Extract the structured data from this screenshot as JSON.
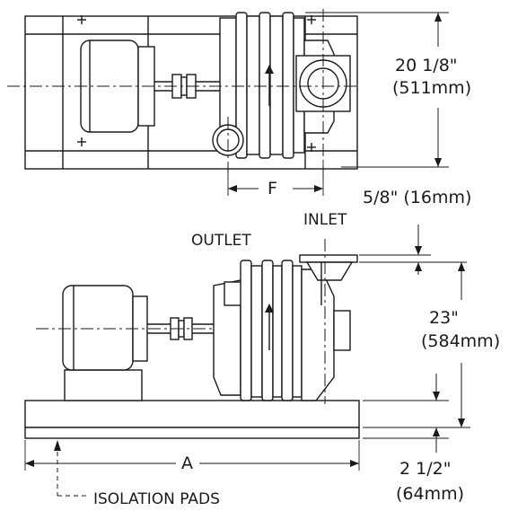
{
  "labels": {
    "outlet": "OUTLET",
    "inlet": "INLET",
    "dim_width_in": "20 1/8\"",
    "dim_width_mm": "(511mm)",
    "dim_f": "F",
    "dim_flange_in": "5/8\" (16mm)",
    "dim_height_in": "23\"",
    "dim_height_mm": "(584mm)",
    "dim_a": "A",
    "dim_pad_in": "2 1/2\"",
    "dim_pad_mm": "(64mm)",
    "isolation_pads": "ISOLATION PADS"
  }
}
